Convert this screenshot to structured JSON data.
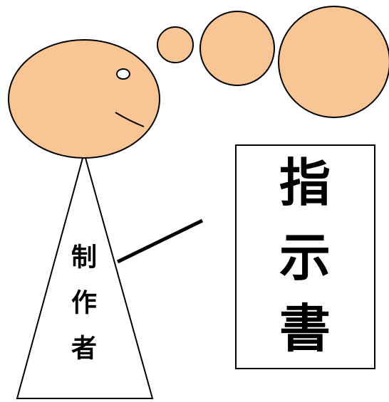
{
  "figure": {
    "creator_label": [
      "制",
      "作",
      "者"
    ],
    "document_label": [
      "指",
      "示",
      "書"
    ]
  },
  "colors": {
    "head_fill": "#F9C594",
    "outline": "#000000",
    "background": "#FFFFFF"
  }
}
